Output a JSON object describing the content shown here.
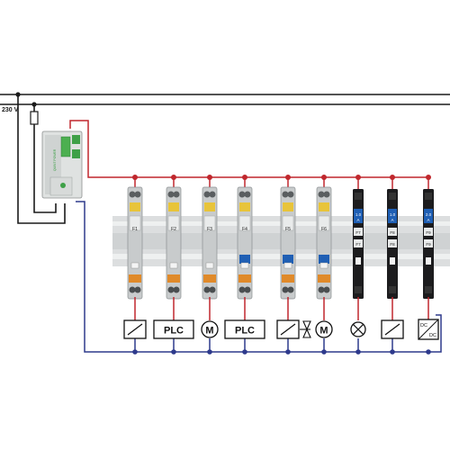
{
  "supply": {
    "voltage_label": "230 V"
  },
  "power_supply": {
    "label": "QUINT POWER"
  },
  "breakers": {
    "electronic": [
      {
        "label": "F1"
      },
      {
        "label": "F2"
      },
      {
        "label": "F3"
      },
      {
        "label": "F4"
      },
      {
        "label": "F5"
      },
      {
        "label": "F6"
      }
    ],
    "thermomagnetic": [
      {
        "label": "F7",
        "rating_value": "1.0",
        "rating_unit": "A"
      },
      {
        "label": "F8",
        "rating_value": "1.0",
        "rating_unit": "A"
      },
      {
        "label": "F9",
        "rating_value": "2.0",
        "rating_unit": "A"
      }
    ]
  },
  "loads": {
    "plc_1": "PLC",
    "motor_1": "M",
    "plc_2": "PLC",
    "motor_2": "M",
    "dcdc_top": "DC",
    "dcdc_bottom": "DC"
  },
  "colors": {
    "positive_wire": "#c0272d",
    "negative_wire": "#2e3a8c",
    "mains_wire": "#1a1a1a",
    "breaker_body": "#c8cbcc",
    "breaker_blue": "#1f5fb4",
    "breaker_dark": "#1c1c1e",
    "din_rail": "#dcdedf",
    "psu_green": "#3ea047"
  }
}
